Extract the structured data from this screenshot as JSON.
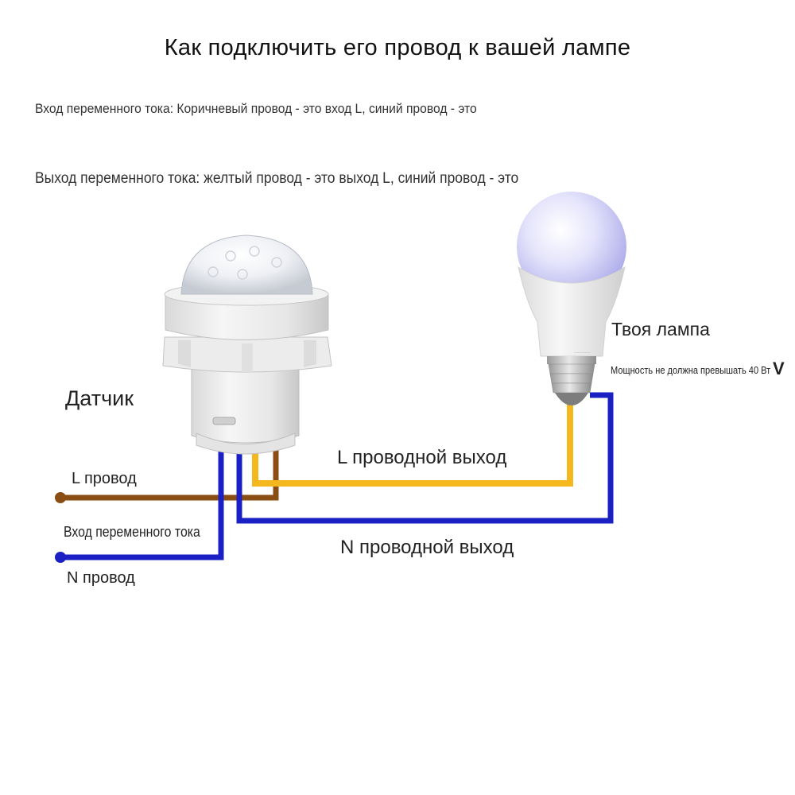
{
  "title": "Как подключить его провод к вашей лампе",
  "description": {
    "ac_input": "Вход переменного тока: Коричневый провод - это вход L, синий провод - это",
    "ac_output": "Выход переменного тока: желтый провод - это выход L, синий провод - это"
  },
  "sensor": {
    "label": "Датчик"
  },
  "lamp": {
    "label": "Твоя лампа",
    "power_note": "Мощность не должна превышать 40 Вт",
    "power_mark": "V"
  },
  "wires": {
    "l_input": "L провод",
    "ac_input": "Вход переменного тока",
    "n_input": "N провод",
    "l_output": "L проводной выход",
    "n_output": "N проводной выход"
  },
  "colors": {
    "brown_wire": "#8a4e14",
    "blue_wire": "#1a20c4",
    "yellow_wire": "#f4b81e"
  }
}
